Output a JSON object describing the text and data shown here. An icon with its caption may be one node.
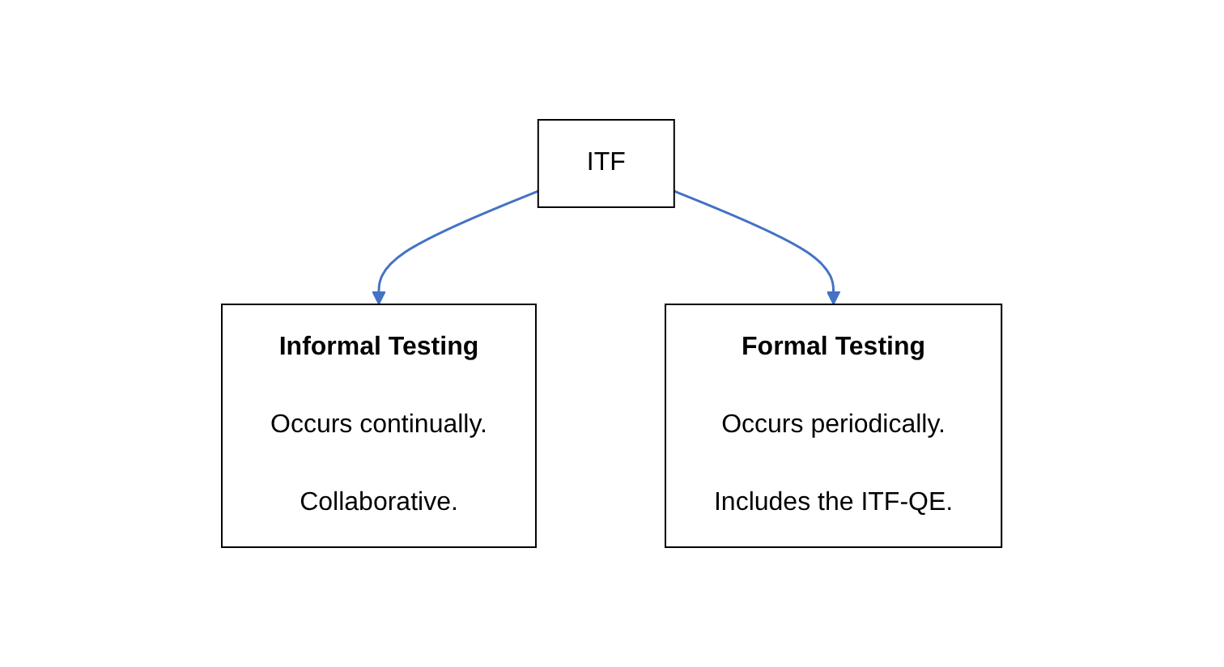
{
  "diagram": {
    "nodes": [
      {
        "text": [
          "ITF"
        ]
      },
      {
        "text": [
          "Informal Testing",
          "Occurs continually.",
          "Collaborative."
        ]
      },
      {
        "text": [
          "Formal Testing",
          "Occurs periodically.",
          "Includes the ITF-QE."
        ]
      }
    ],
    "edges": [
      {
        "from": 0,
        "to": 1,
        "arrow": "to"
      },
      {
        "from": 0,
        "to": 2,
        "arrow": "to"
      }
    ]
  }
}
